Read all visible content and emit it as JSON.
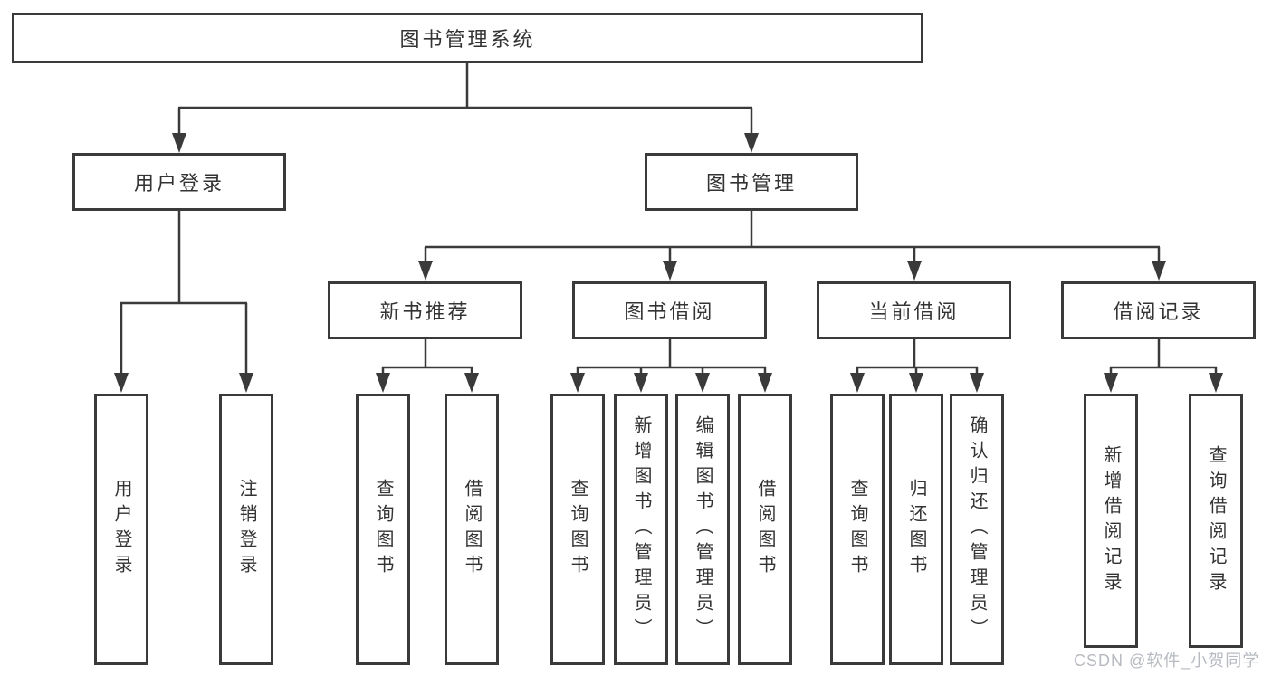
{
  "diagram": {
    "root": {
      "label": "图书管理系统"
    },
    "branches": [
      {
        "label": "用户登录",
        "children": [
          {
            "label": "用户登录"
          },
          {
            "label": "注销登录"
          }
        ]
      },
      {
        "label": "图书管理",
        "children": [
          {
            "label": "新书推荐",
            "children": [
              {
                "label": "查询图书"
              },
              {
                "label": "借阅图书"
              }
            ]
          },
          {
            "label": "图书借阅",
            "children": [
              {
                "label": "查询图书"
              },
              {
                "label": "新增图书（管理员）"
              },
              {
                "label": "编辑图书（管理员）"
              },
              {
                "label": "借阅图书"
              }
            ]
          },
          {
            "label": "当前借阅",
            "children": [
              {
                "label": "查询图书"
              },
              {
                "label": "归还图书"
              },
              {
                "label": "确认归还（管理员）"
              }
            ]
          },
          {
            "label": "借阅记录",
            "children": [
              {
                "label": "新增借阅记录"
              },
              {
                "label": "查询借阅记录"
              }
            ]
          }
        ]
      }
    ]
  },
  "watermark": {
    "text": "CSDN @软件_小贺同学"
  },
  "colors": {
    "line": "#3a3a3a",
    "text": "#333333",
    "box_background": "#ffffff",
    "watermark": "#b7bbc1",
    "background": "#ffffff"
  }
}
